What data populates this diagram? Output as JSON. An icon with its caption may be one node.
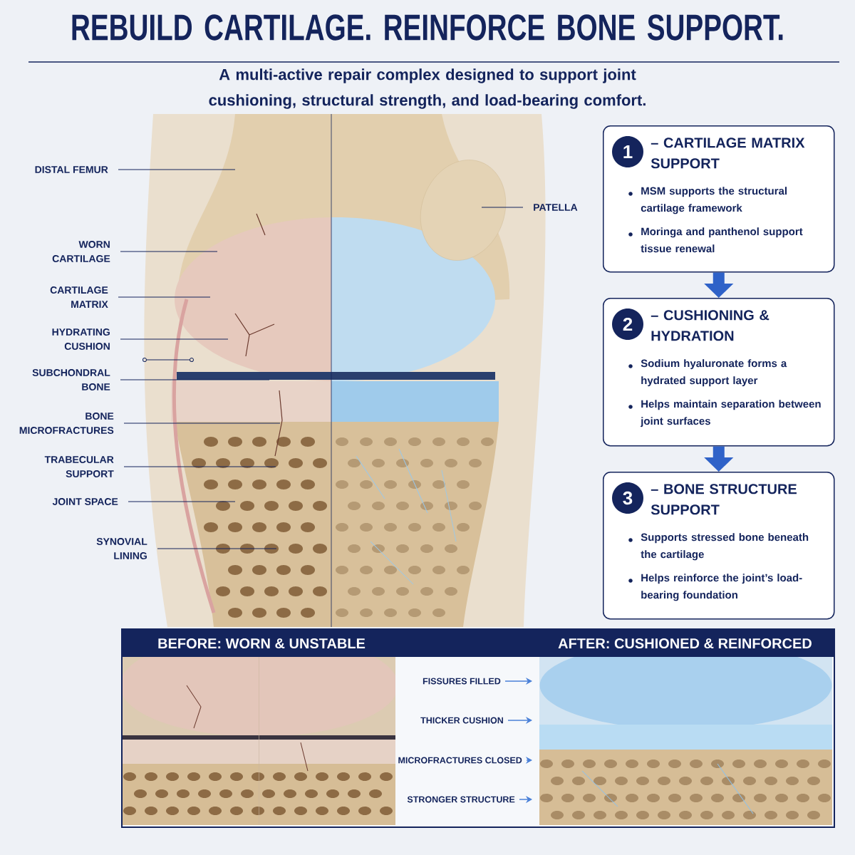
{
  "diagram": {
    "title": "REBUILD CARTILAGE. REINFORCE BONE SUPPORT.",
    "nodes": [
      {
        "text": [
          "DISTAL FEMUR"
        ]
      },
      {
        "text": [
          "WORN CARTILAGE"
        ]
      },
      {
        "text": [
          "CARTILAGE MATRIX"
        ]
      },
      {
        "text": [
          "HYDRATING CUSHION"
        ]
      },
      {
        "text": [
          "SUBCHONDRAL BONE"
        ]
      },
      {
        "text": [
          "BONE MICROFRACTURES"
        ]
      },
      {
        "text": [
          "TRABECULAR SUPPORT"
        ]
      },
      {
        "text": [
          "JOINT SPACE"
        ]
      },
      {
        "text": [
          "SYNOVIAL LINING"
        ]
      },
      {
        "text": [
          "PATELLA"
        ]
      },
      {
        "text": [
          "1",
          "– CARTILAGE MATRIX SUPPORT",
          "MSM supports the structural cartilage framework",
          "Moringa and panthenol support tissue renewal"
        ]
      },
      {
        "text": [
          "2",
          "– CUSHIONING & HYDRATION",
          "Sodium hyaluronate forms a hydrated support layer",
          "Helps maintain separation between joint surfaces"
        ]
      },
      {
        "text": [
          "3",
          "– BONE STRUCTURE SUPPORT",
          "Supports stressed bone beneath the cartilage",
          "Helps reinforce the joint’s load-bearing foundation"
        ]
      },
      {
        "text": [
          "BEFORE: WORN & UNSTABLE",
          "AFTER: CUSHIONED & REINFORCED"
        ]
      },
      {
        "text": [],
        "shape": "picture",
        "in": 13
      },
      {
        "text": [],
        "shape": "picture",
        "in": 13
      },
      {
        "text": [
          "FISSURES FILLED"
        ],
        "in": 13
      },
      {
        "text": [
          "THICKER CUSHION"
        ],
        "in": 13
      },
      {
        "text": [
          "MICROFRACTURES CLOSED"
        ],
        "in": 13
      },
      {
        "text": [
          "STRONGER STRUCTURE"
        ],
        "in": 13
      }
    ],
    "edges": [
      {
        "from": 0,
        "to": null,
        "arrow": "none"
      },
      {
        "from": 1,
        "to": null,
        "arrow": "none"
      },
      {
        "from": 2,
        "to": null,
        "arrow": "none"
      },
      {
        "from": 3,
        "to": null,
        "arrow": "none"
      },
      {
        "from": 4,
        "to": null,
        "arrow": "none"
      },
      {
        "from": 5,
        "to": null,
        "arrow": "none"
      },
      {
        "from": 6,
        "to": null,
        "arrow": "none"
      },
      {
        "from": 7,
        "to": null,
        "arrow": "none"
      },
      {
        "from": 8,
        "to": null,
        "arrow": "none"
      },
      {
        "from": 9,
        "to": null,
        "arrow": "none"
      },
      {
        "from": 10,
        "to": 11,
        "arrow": "to",
        "style": "thick",
        "color": "#2f62c8"
      },
      {
        "from": 11,
        "to": 12,
        "arrow": "to",
        "style": "thick",
        "color": "#2f62c8"
      },
      {
        "from": 16,
        "to": 15,
        "arrow": "to",
        "color": "#4a80d8"
      },
      {
        "from": 17,
        "to": 15,
        "arrow": "to",
        "color": "#4a80d8"
      },
      {
        "from": 18,
        "to": 15,
        "arrow": "to",
        "color": "#4a80d8"
      },
      {
        "from": 19,
        "to": 15,
        "arrow": "to",
        "color": "#4a80d8"
      }
    ],
    "labels": [
      "A multi-active repair complex designed to support joint cushioning, structural strength, and load-bearing comfort."
    ]
  }
}
